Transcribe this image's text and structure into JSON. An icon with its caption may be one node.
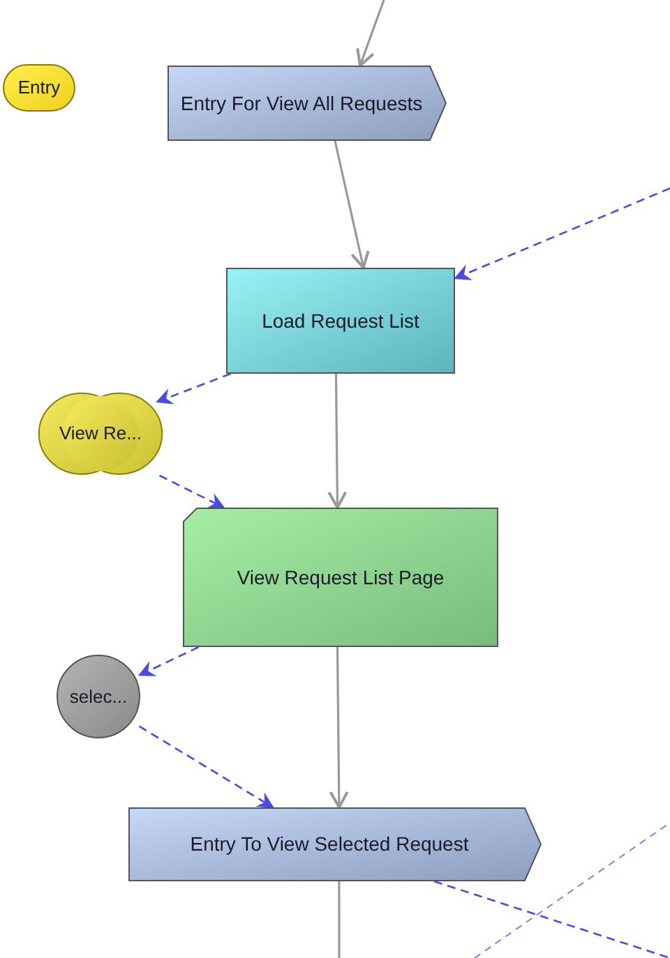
{
  "diagram": {
    "nodes": [
      {
        "text": [
          "Entry"
        ]
      },
      {
        "text": [
          "Entry For View All Requests"
        ]
      },
      {
        "text": [
          "Load Request List"
        ]
      },
      {
        "text": [
          "View Re..."
        ]
      },
      {
        "text": [
          "View Request List Page"
        ]
      },
      {
        "text": [
          "selec..."
        ]
      },
      {
        "text": [
          "Entry To View Selected Request"
        ]
      }
    ],
    "edges": [
      {
        "from": null,
        "to": 1,
        "arrow": "to",
        "color": "#999999"
      },
      {
        "from": 1,
        "to": 2,
        "arrow": "to",
        "color": "#999999"
      },
      {
        "from": null,
        "to": 2,
        "arrow": "to",
        "style": "dashed"
      },
      {
        "from": 2,
        "to": 3,
        "arrow": "to",
        "style": "dashed"
      },
      {
        "from": 3,
        "to": 4,
        "arrow": "to",
        "style": "dashed"
      },
      {
        "from": 2,
        "to": 4,
        "arrow": "to",
        "color": "#999999"
      },
      {
        "from": 4,
        "to": 5,
        "arrow": "to",
        "style": "dashed"
      },
      {
        "from": 5,
        "to": 6,
        "arrow": "to",
        "style": "dashed"
      },
      {
        "from": 4,
        "to": 6,
        "arrow": "to",
        "color": "#999999"
      },
      {
        "from": 6,
        "to": null,
        "arrow": "none",
        "color": "#999999"
      },
      {
        "from": 6,
        "to": null,
        "arrow": "none",
        "style": "dashed"
      }
    ]
  }
}
